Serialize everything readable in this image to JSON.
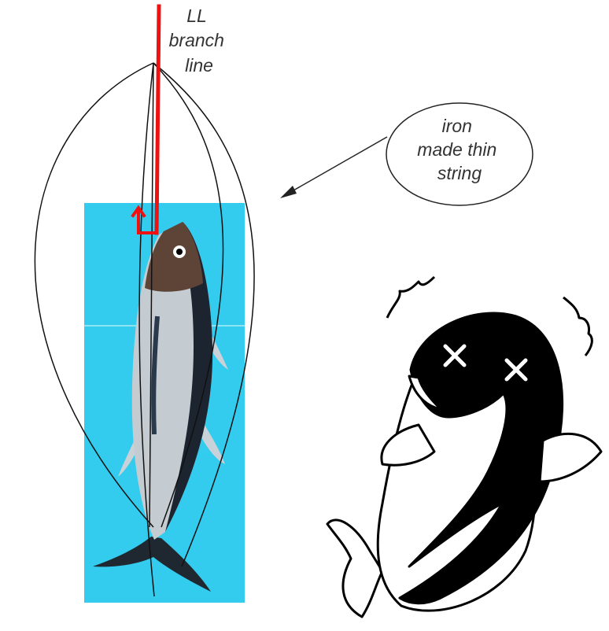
{
  "diagram": {
    "branch_line_label": [
      "LL",
      "branch",
      "line"
    ],
    "callout_label": [
      "iron",
      "made thin",
      "string"
    ],
    "colors": {
      "water_background": "#33ccee",
      "branch_line": "#ee1111",
      "wire": "#111111",
      "whale_black": "#000000",
      "whale_white": "#ffffff"
    },
    "icons": [
      "tuna-fish-photo",
      "dizzy-whale-cartoon",
      "callout-arrow",
      "fish-hook"
    ]
  }
}
